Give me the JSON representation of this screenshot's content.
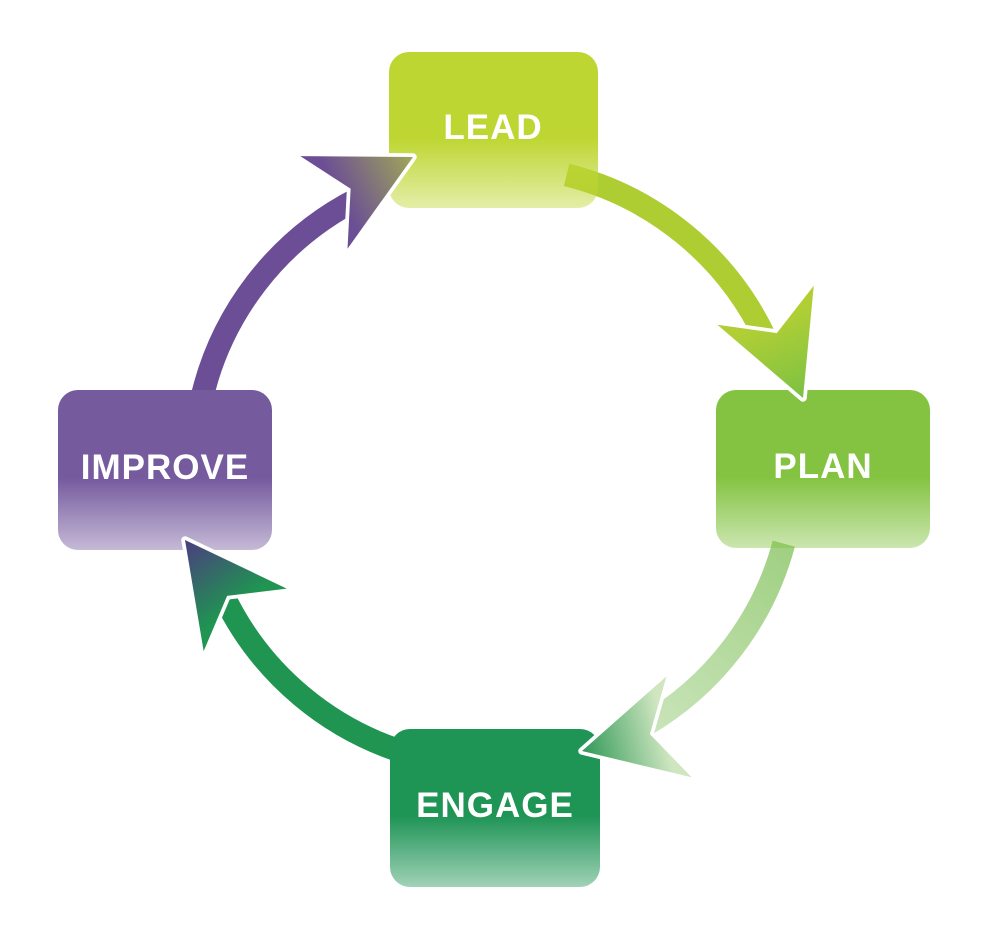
{
  "diagram": {
    "type": "cycle",
    "background_color": "#ffffff",
    "arrow_outline_color": "#ffffff",
    "boxes": [
      {
        "id": "lead",
        "label": "LEAD",
        "position": "top",
        "color": "#bed631",
        "text_color": "#ffffff"
      },
      {
        "id": "plan",
        "label": "PLAN",
        "position": "right",
        "color": "#83c341",
        "text_color": "#ffffff"
      },
      {
        "id": "engage",
        "label": "ENGAGE",
        "position": "bottom",
        "color": "#1e9455",
        "text_color": "#ffffff"
      },
      {
        "id": "improve",
        "label": "IMPROVE",
        "position": "left",
        "color": "#755a9e",
        "text_color": "#ffffff"
      }
    ],
    "arrows": [
      {
        "from": "LEAD",
        "to": "PLAN",
        "direction": "clockwise",
        "line_color_start": "#adcd33",
        "line_color_end": "#adcd33",
        "head_color_start": "#b1cf35",
        "head_color_end": "#7cc143"
      },
      {
        "from": "PLAN",
        "to": "ENGAGE",
        "direction": "clockwise",
        "line_color_start": "#a0d082",
        "line_color_end": "#c9e4ba",
        "head_color_start": "#cfe6c0",
        "head_color_end": "#2f9858"
      },
      {
        "from": "ENGAGE",
        "to": "IMPROVE",
        "direction": "clockwise",
        "line_color_start": "#1f9551",
        "line_color_end": "#1f9551",
        "head_color_start": "#1f9551",
        "head_color_end": "#4c3c80"
      },
      {
        "from": "IMPROVE",
        "to": "LEAD",
        "direction": "clockwise",
        "line_color_start": "#6b4e95",
        "line_color_end": "#6b4e95",
        "head_color_start": "#6b4e95",
        "head_color_end": "#9fa757"
      }
    ]
  }
}
